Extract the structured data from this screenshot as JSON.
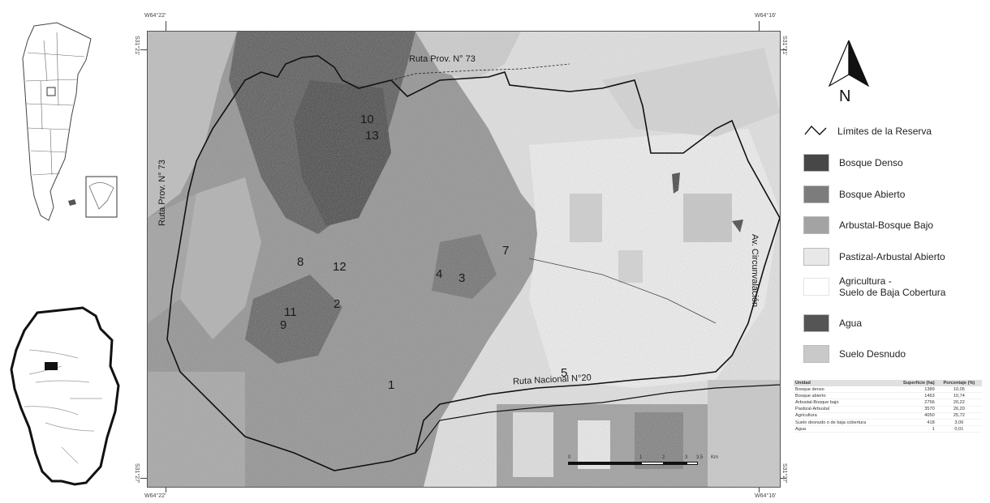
{
  "coordinates": {
    "top_left": "W64°22'",
    "top_right": "W64°16'",
    "bottom_left": "W64°22'",
    "bottom_right": "W64°16'",
    "left_top": "S31°21'",
    "left_bottom": "S31°27'",
    "right_top": "S31°21'",
    "right_bottom": "S31°27'"
  },
  "roads": {
    "prov73_top": "Ruta Prov. N° 73",
    "prov73_left": "Ruta Prov. N° 73",
    "circunvalacion": "Av. Circunvalación",
    "nacional20": "Ruta Nacional N°20"
  },
  "points": [
    "1",
    "2",
    "3",
    "4",
    "5",
    "7",
    "8",
    "9",
    "10",
    "11",
    "12",
    "13"
  ],
  "north": {
    "letter": "N"
  },
  "legend": {
    "items": [
      {
        "label": "Límites de la Reserva",
        "color": "none"
      },
      {
        "label": "Bosque Denso",
        "color": "#474747"
      },
      {
        "label": "Bosque Abierto",
        "color": "#7c7c7c"
      },
      {
        "label": "Arbustal-Bosque Bajo",
        "color": "#a3a3a3"
      },
      {
        "label": "Pastizal-Arbustal Abierto",
        "color": "#e8e8e8"
      },
      {
        "label": "Agricultura -",
        "label2": "Suelo de Baja Cobertura",
        "color": "#ffffff"
      },
      {
        "label": "Agua",
        "color": "#555555"
      },
      {
        "label": "Suelo Desnudo",
        "color": "#c9c9c9"
      }
    ]
  },
  "table": {
    "headers": [
      "Unidad",
      "Superficie (ha)",
      "Porcentaje (%)"
    ],
    "rows": [
      [
        "Bosque denso",
        "1389",
        "10,05"
      ],
      [
        "Bosque abierto",
        "1463",
        "10,74"
      ],
      [
        "Arbustal-Bosque bajo",
        "2756",
        "20,22"
      ],
      [
        "Pastizal-Arbustal",
        "3570",
        "26,20"
      ],
      [
        "Agricultura",
        "4050",
        "25,72"
      ],
      [
        "Suelo desnudo o de baja cobertura",
        "418",
        "3,06"
      ],
      [
        "Agua",
        "1",
        "0,01"
      ]
    ]
  },
  "scalebar": {
    "labels": [
      "0",
      "1",
      "2",
      "3",
      "3,5",
      "Km"
    ]
  }
}
